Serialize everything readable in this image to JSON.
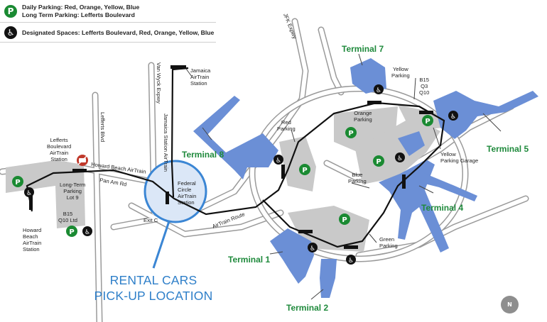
{
  "legend": {
    "row1_line1": "Daily Parking: Red, Orange, Yellow, Blue",
    "row1_line2": "Long Term Parking: Lefferts Boulevard",
    "row2": "Designated Spaces: Lefferts Boulevard, Red, Orange, Yellow, Blue",
    "parking_symbol": "P",
    "parking_icon": "parking-icon",
    "accessible_icon": "wheelchair-icon"
  },
  "terminals": {
    "t1": "Terminal 1",
    "t2": "Terminal 2",
    "t4": "Terminal 4",
    "t5": "Terminal 5",
    "t7": "Terminal 7",
    "t8": "Terminal 8"
  },
  "roads": {
    "jfk_expwy": "JFK Expwy",
    "van_wyck": "Van Wyck Expwy",
    "lefferts_blvd": "Lefferts Blvd",
    "pan_am_rd": "Pan Am Rd",
    "exit_c": "Exit C"
  },
  "airtrain": {
    "howard_beach_line": "Howard Beach AirTrain",
    "jamaica_line": "Jamaica Station AirTrain",
    "route": "AirTrain Route",
    "jamaica_station": "Jamaica\nAirTrain\nStation",
    "lefferts_station": "Lefferts\nBoulevard\nAirTrain\nStation",
    "federal_circle": "Federal\nCircle\nAirTrain\nStation",
    "howard_beach_station": "Howard\nBeach\nAirTrain\nStation"
  },
  "parking": {
    "long_term": "Long-Term\nParking\nLot 9",
    "red": "Red\nParking",
    "orange": "Orange\nParking",
    "yellow": "Yellow\nParking",
    "yellow_garage": "Yellow\nParking Garage",
    "blue": "Blue\nParking",
    "green": "Green\nParking"
  },
  "bus": {
    "b15_q10": "B15\nQ10 Ltd",
    "b15_q3_q10": "B15\nQ3\nQ10"
  },
  "rental": {
    "line1": "RENTAL CARS",
    "line2": "PICK-UP LOCATION"
  },
  "north": "N",
  "colors": {
    "terminal": "#6b8fd6",
    "lot": "#c8c8c8",
    "track": "#111111",
    "label_green": "#1f8a3c",
    "parking_green": "#1a8a32",
    "rental_blue": "#2e7fc9",
    "highlight_fill": "#dbe7f7",
    "highlight_ring": "#3b86d4"
  }
}
